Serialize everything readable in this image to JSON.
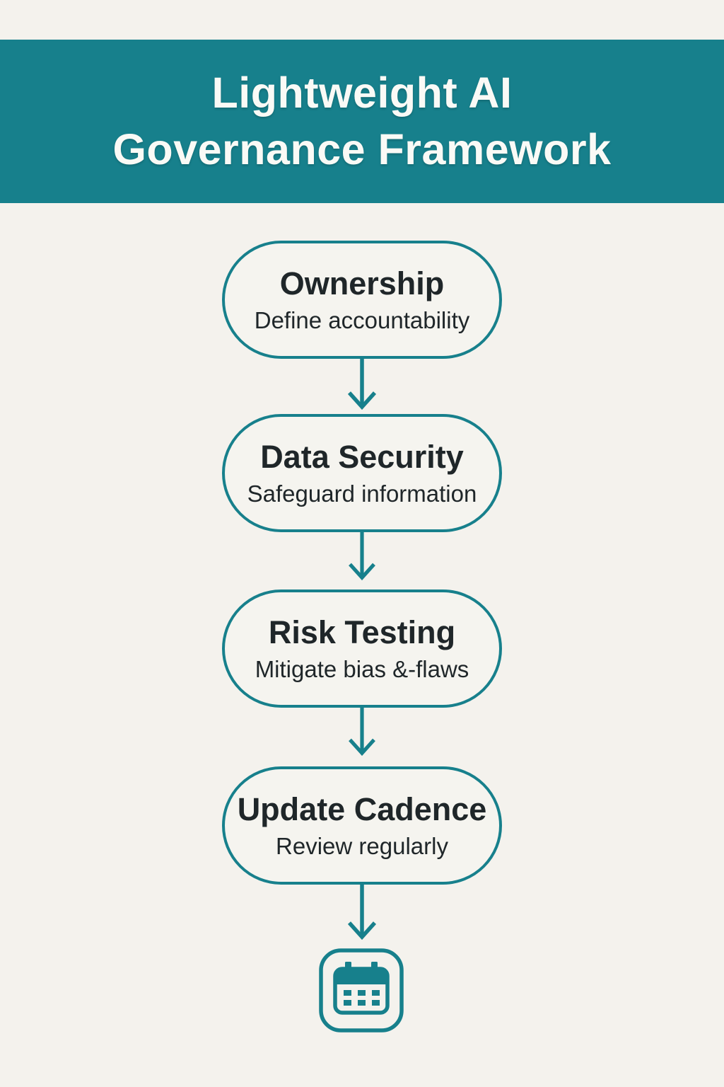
{
  "header": {
    "lines": [
      "Lightweight AI",
      "Governance Framework"
    ]
  },
  "flow": {
    "nodes": [
      {
        "title": "Ownership",
        "subtitle": "Define accountability"
      },
      {
        "title": "Data Security",
        "subtitle": "Safeguard information"
      },
      {
        "title": "Risk Testing",
        "subtitle": "Mitigate bias &-flaws"
      },
      {
        "title": "Update Cadence",
        "subtitle": "Review regularly"
      }
    ],
    "connector_icon": "arrow-down-icon",
    "end_icon": "calendar-icon"
  },
  "theme": {
    "teal": "#17808c",
    "background": "#f4f2ed",
    "node_fill": "#f5f4ef",
    "title_text": "#fafaf6",
    "node_text": "#1f2629"
  }
}
